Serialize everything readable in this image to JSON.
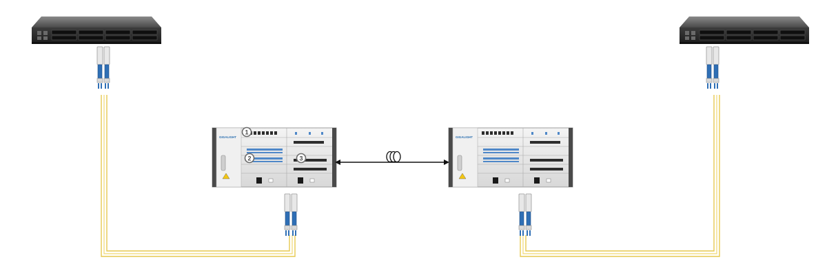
{
  "chassis_brand": "GIGALIGHT",
  "callouts": [
    {
      "label": "1"
    },
    {
      "label": "2"
    },
    {
      "label": "3"
    }
  ],
  "colors": {
    "fiber": "#f2dc7a",
    "fiber_edge": "#d9bd45",
    "connector": "#2f6fb5",
    "switch_body": "#3a3a3a",
    "chassis_body": "#e9e9e9",
    "link_line": "#111111"
  },
  "icons": [
    "switch-icon",
    "chassis-icon",
    "transceiver-icon",
    "fiber-spool-icon",
    "arrow-icon"
  ]
}
